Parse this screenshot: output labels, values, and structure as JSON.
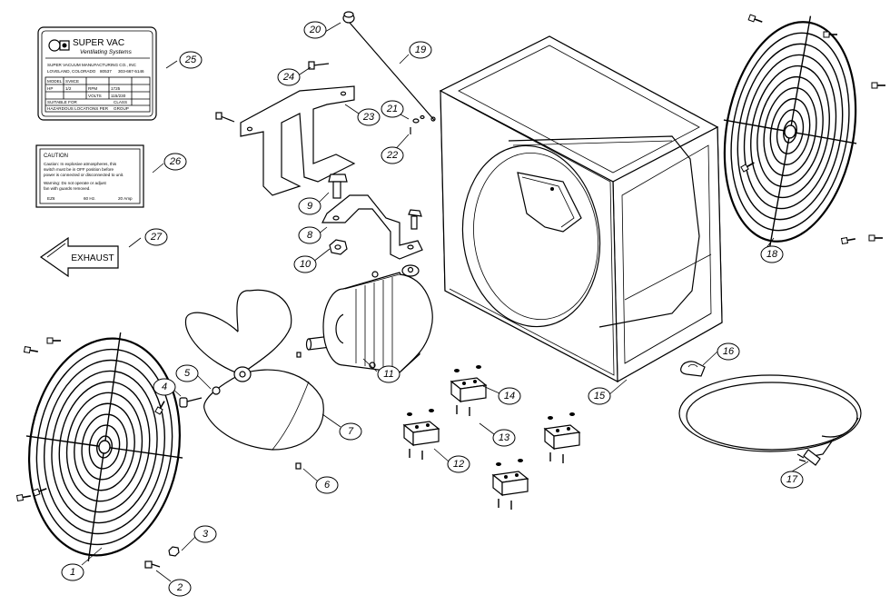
{
  "callouts": {
    "c1": "1",
    "c2": "2",
    "c3": "3",
    "c4": "4",
    "c5": "5",
    "c6": "6",
    "c7": "7",
    "c8": "8",
    "c9": "9",
    "c10": "10",
    "c11": "11",
    "c12": "12",
    "c13": "13",
    "c14": "14",
    "c15": "15",
    "c16": "16",
    "c17": "17",
    "c18": "18",
    "c19": "19",
    "c20": "20",
    "c21": "21",
    "c22": "22",
    "c23": "23",
    "c24": "24",
    "c25": "25",
    "c26": "26",
    "c27": "27"
  },
  "nameplate": {
    "brand": "SUPER VAC",
    "subtitle": "Ventilating Systems",
    "company": "SUPER VACUUM MANUFACTURING CO., INC",
    "address": "LOVELAND, COLORADO",
    "zip": "80537",
    "phone": "303-667-5146",
    "model_label": "MODEL",
    "model_value": "SV8CE",
    "hp_label": "HP",
    "hp_value": "1/2",
    "rpm_label": "RPM",
    "rpm_value": "1725",
    "volts_label": "VOLTS",
    "volts_value": "115/230",
    "hazard_line1": "SUITABLE FOR",
    "hazard_line2": "HAZARDOUS LOCATIONS PER",
    "class_label": "CLASS",
    "group_label": "GROUP"
  },
  "warning_label": {
    "title": "CAUTION",
    "line1": "Caution: In explosive atmospheres, this",
    "line2": "switch must be in OFF position before",
    "line3": "power is connected or disconnected to unit.",
    "line4": "Warning: Do not operate or adjust",
    "line5": "fan with guards removed.",
    "footer1": "EZ6",
    "footer2": "60 Hz.",
    "footer3": "20 Amp"
  },
  "exhaust_label": "EXHAUST"
}
